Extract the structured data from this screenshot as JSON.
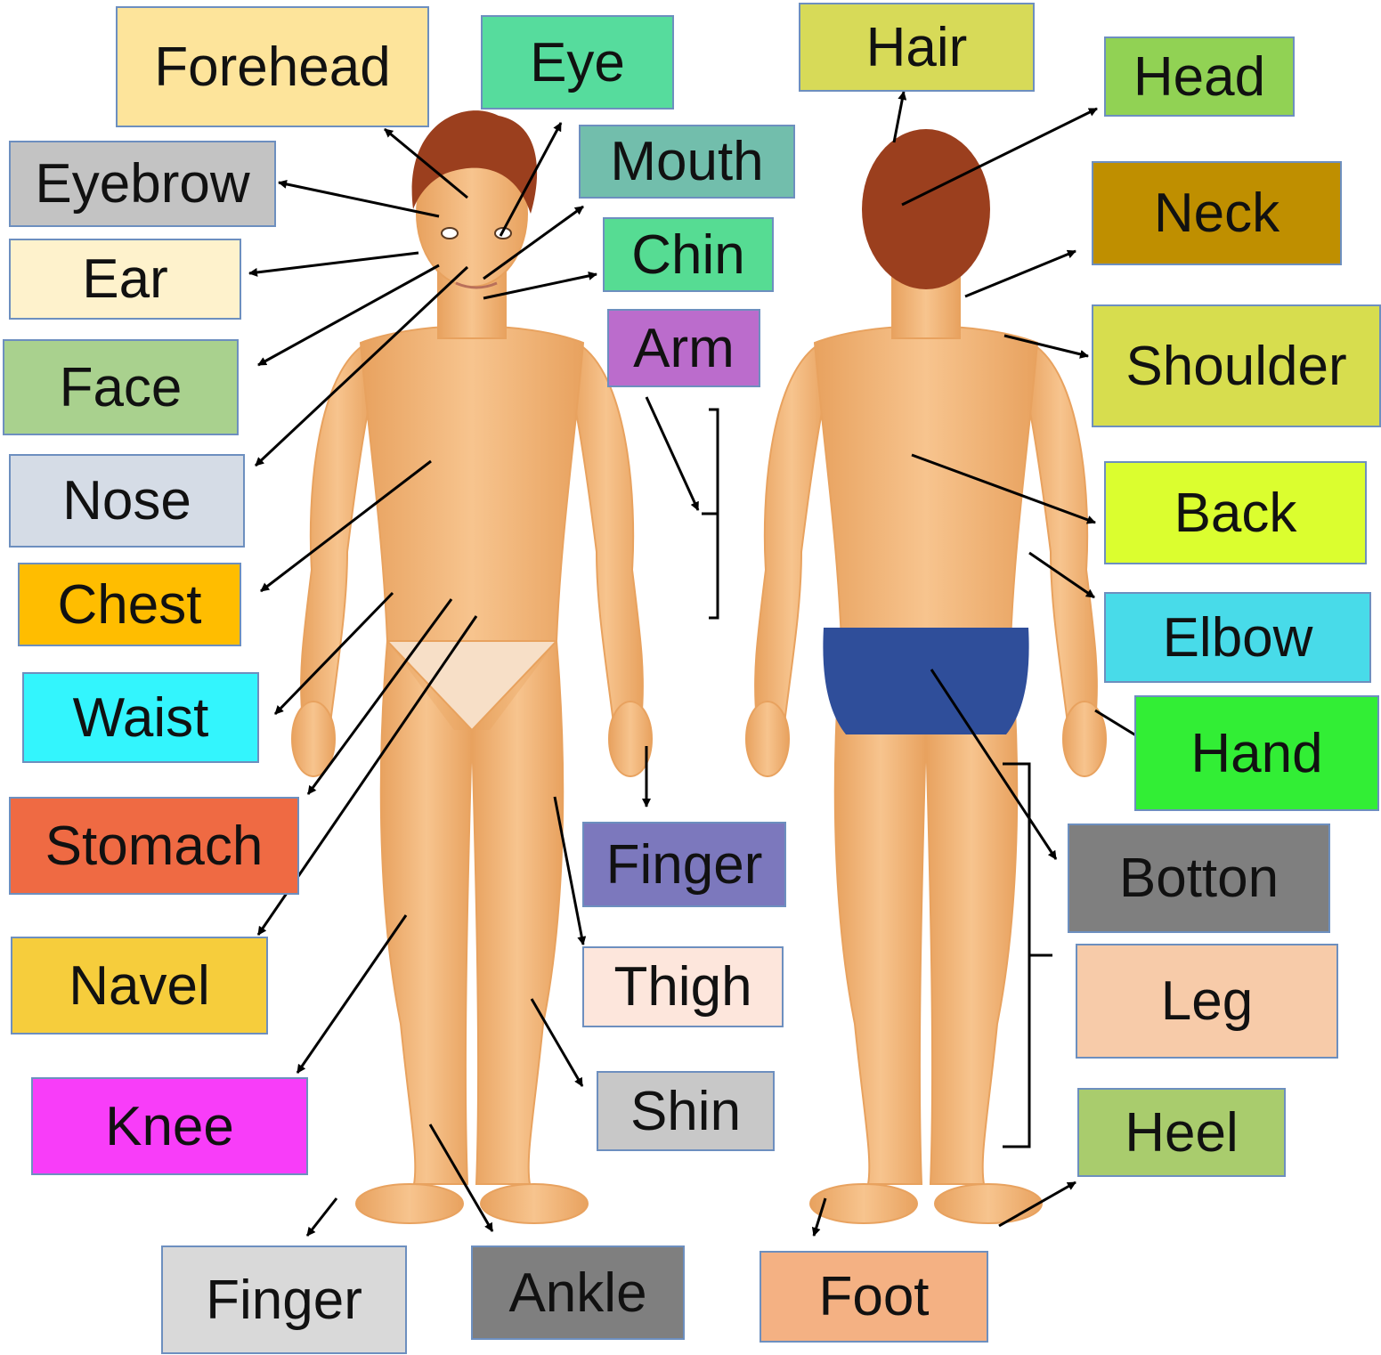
{
  "labels": [
    {
      "id": "forehead",
      "text": "Forehead",
      "color": "#fde49b"
    },
    {
      "id": "eye",
      "text": "Eye",
      "color": "#56dc9d"
    },
    {
      "id": "mouth",
      "text": "Mouth",
      "color": "#72beac"
    },
    {
      "id": "eyebrow",
      "text": "Eyebrow",
      "color": "#c3c3c3"
    },
    {
      "id": "ear",
      "text": "Ear",
      "color": "#fef2cc"
    },
    {
      "id": "chin",
      "text": "Chin",
      "color": "#56dc93"
    },
    {
      "id": "face",
      "text": "Face",
      "color": "#a9d18e"
    },
    {
      "id": "arm",
      "text": "Arm",
      "color": "#bb6ccc"
    },
    {
      "id": "nose",
      "text": "Nose",
      "color": "#d5dce6"
    },
    {
      "id": "chest",
      "text": "Chest",
      "color": "#ffbd00"
    },
    {
      "id": "waist",
      "text": "Waist",
      "color": "#33f5fd"
    },
    {
      "id": "stomach",
      "text": "Stomach",
      "color": "#ef6a43"
    },
    {
      "id": "finger-front",
      "text": "Finger",
      "color": "#7c78bd"
    },
    {
      "id": "navel",
      "text": "Navel",
      "color": "#f6cd3c"
    },
    {
      "id": "thigh",
      "text": "Thigh",
      "color": "#fde6dc"
    },
    {
      "id": "knee",
      "text": "Knee",
      "color": "#f83df9"
    },
    {
      "id": "shin",
      "text": "Shin",
      "color": "#c8c8c8"
    },
    {
      "id": "finger-foot",
      "text": "Finger",
      "color": "#d9d9d9"
    },
    {
      "id": "ankle",
      "text": "Ankle",
      "color": "#7f7f7f"
    },
    {
      "id": "hair",
      "text": "Hair",
      "color": "#d7da58"
    },
    {
      "id": "head",
      "text": "Head",
      "color": "#91d254"
    },
    {
      "id": "neck",
      "text": "Neck",
      "color": "#bf8f00"
    },
    {
      "id": "shoulder",
      "text": "Shoulder",
      "color": "#d7dd4e"
    },
    {
      "id": "back",
      "text": "Back",
      "color": "#dbfe2f"
    },
    {
      "id": "elbow",
      "text": "Elbow",
      "color": "#48dbe9"
    },
    {
      "id": "hand",
      "text": "Hand",
      "color": "#32ee35"
    },
    {
      "id": "botton",
      "text": "Botton",
      "color": "#7f7f7f"
    },
    {
      "id": "leg",
      "text": "Leg",
      "color": "#f7cba9"
    },
    {
      "id": "heel",
      "text": "Heel",
      "color": "#a9cc6d"
    },
    {
      "id": "foot",
      "text": "Foot",
      "color": "#f4b183"
    }
  ],
  "colors": {
    "skin": "#f7c48e",
    "skin_shadow": "#e8a25f",
    "hair": "#9b3f1e",
    "briefs": "#2f4e9a",
    "arrow": "#000000",
    "label_border": "#6d8fbf"
  }
}
